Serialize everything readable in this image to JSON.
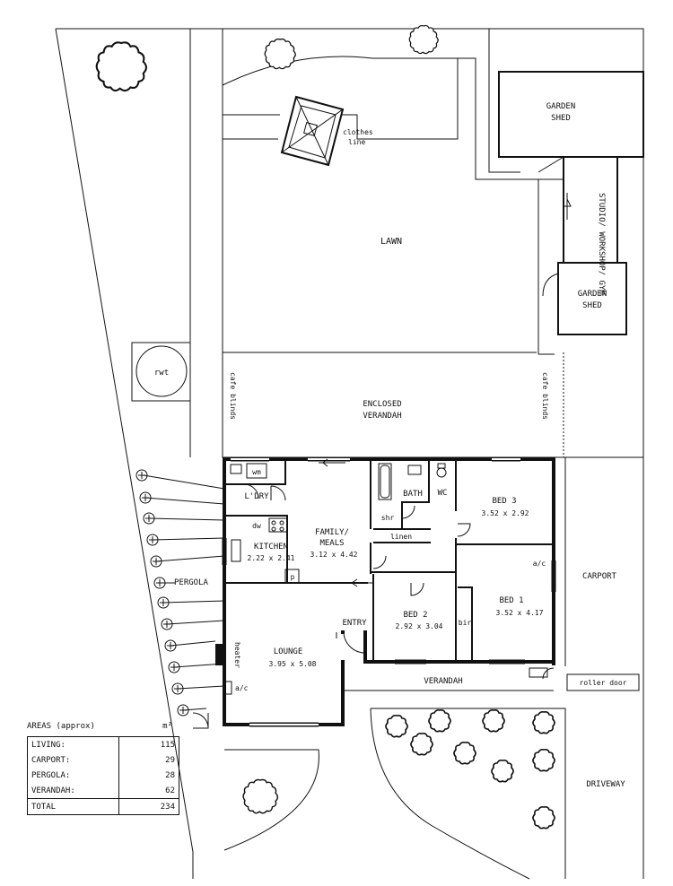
{
  "rooms": {
    "garden_shed_1": [
      "GARDEN",
      "SHED"
    ],
    "studio": "STUDIO/ WORKSHOP/ GYM",
    "garden_shed_2": [
      "GARDEN",
      "SHED"
    ],
    "clothes_line": [
      "clothes",
      "line"
    ],
    "lawn": "LAWN",
    "rwt": "rwt",
    "cafe_blinds": "cafe blinds",
    "enclosed_verandah": [
      "ENCLOSED",
      "VERANDAH"
    ],
    "wm": "wm",
    "laundry": "L'DRY",
    "family_meals": [
      "FAMILY/",
      "MEALS"
    ],
    "family_meals_dim": "3.12 x 4.42",
    "dw": "dw",
    "kitchen": "KITCHEN",
    "kitchen_dim": "2.22 x 2.41",
    "pantry": "p",
    "bath": "BATH",
    "wc": "WC",
    "shr": "shr",
    "linen": "linen",
    "bed3": "BED 3",
    "bed3_dim": "3.52 x 2.92",
    "ac_bed1": "a/c",
    "bed1": "BED 1",
    "bed1_dim": "3.52 x 4.17",
    "bir": "bir",
    "bed2": "BED 2",
    "bed2_dim": "2.92 x 3.04",
    "entry": "ENTRY",
    "lounge": "LOUNGE",
    "lounge_dim": "3.95 x 5.08",
    "heater": "heater",
    "ac_lounge": "a/c",
    "pergola": "PERGOLA",
    "verandah": "VERANDAH",
    "carport": "CARPORT",
    "roller_door": "roller door",
    "driveway": "DRIVEWAY"
  },
  "areas": {
    "title": "AREAS (approx)",
    "unit": "m²",
    "rows": [
      {
        "label": "LIVING:",
        "value": "115"
      },
      {
        "label": "CARPORT:",
        "value": "29"
      },
      {
        "label": "PERGOLA:",
        "value": "28"
      },
      {
        "label": "VERANDAH:",
        "value": "62"
      }
    ],
    "total": {
      "label": "TOTAL",
      "value": "234"
    }
  }
}
